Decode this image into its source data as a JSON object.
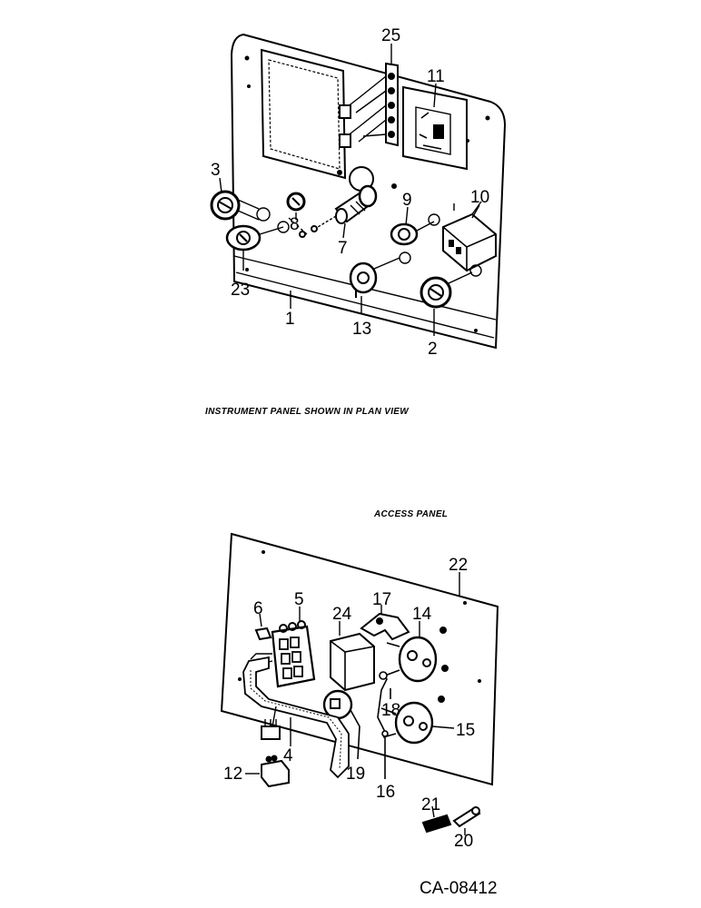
{
  "top_caption": "INSTRUMENT PANEL SHOWN IN PLAN VIEW",
  "bottom_caption": "ACCESS PANEL",
  "figure_code": "CA-08412",
  "top_callouts": {
    "c25": "25",
    "c11": "11",
    "c3": "3",
    "c8": "8",
    "c9": "9",
    "c10": "10",
    "c7": "7",
    "c23": "23",
    "c1": "1",
    "c13": "13",
    "c2": "2"
  },
  "bottom_callouts": {
    "c22": "22",
    "c6": "6",
    "c5": "5",
    "c24": "24",
    "c17": "17",
    "c14": "14",
    "c18": "18",
    "c15": "15",
    "c4": "4",
    "c19": "19",
    "c12": "12",
    "c16": "16",
    "c21": "21",
    "c20": "20"
  }
}
